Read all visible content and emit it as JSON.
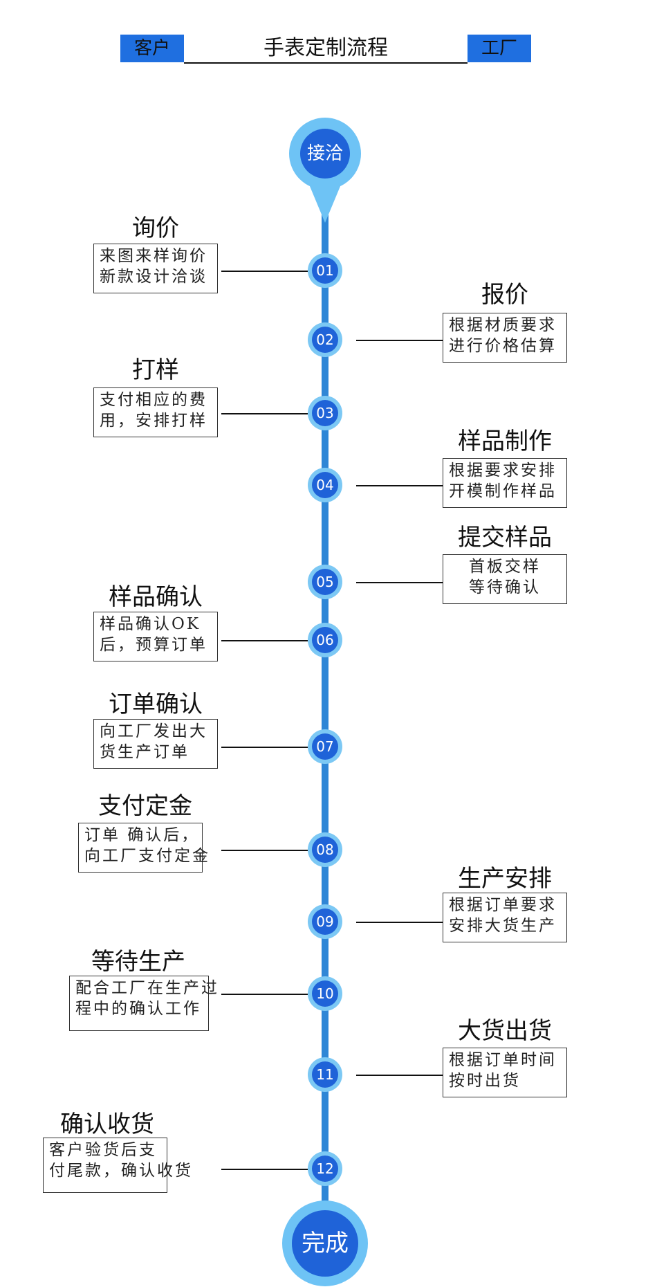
{
  "header": {
    "left_tag": "客户",
    "title": "手表定制流程",
    "right_tag": "工厂"
  },
  "start_label": "接洽",
  "end_label": "完成",
  "colors": {
    "accent": "#1f63d8",
    "ring": "#6ec3f5",
    "spine": "#2f86d6",
    "tag": "#1f6fe0"
  },
  "steps": [
    {
      "num": "01",
      "side": "left",
      "title": "询价",
      "lines": [
        "来图来样询价",
        "新款设计洽谈"
      ]
    },
    {
      "num": "02",
      "side": "right",
      "title": "报价",
      "lines": [
        "根据材质要求",
        "进行价格估算"
      ]
    },
    {
      "num": "03",
      "side": "left",
      "title": "打样",
      "lines": [
        "支付相应的费",
        "用，安排打样"
      ]
    },
    {
      "num": "04",
      "side": "right",
      "title": "样品制作",
      "lines": [
        "根据要求安排",
        "开模制作样品"
      ]
    },
    {
      "num": "05",
      "side": "right",
      "title": "提交样品",
      "lines": [
        "首板交样",
        "等待确认"
      ]
    },
    {
      "num": "06",
      "side": "left",
      "title": "样品确认",
      "lines": [
        "样品确认OK",
        "后，预算订单"
      ]
    },
    {
      "num": "07",
      "side": "left",
      "title": "订单确认",
      "lines": [
        "向工厂发出大",
        "货生产订单"
      ]
    },
    {
      "num": "08",
      "side": "left",
      "title": "支付定金",
      "lines": [
        "订单 确认后，",
        "向工厂支付定金"
      ]
    },
    {
      "num": "09",
      "side": "right",
      "title": "生产安排",
      "lines": [
        "根据订单要求",
        "安排大货生产"
      ]
    },
    {
      "num": "10",
      "side": "left",
      "title": "等待生产",
      "lines": [
        "配合工厂在生产过",
        "程中的确认工作"
      ]
    },
    {
      "num": "11",
      "side": "right",
      "title": "大货出货",
      "lines": [
        "根据订单时间",
        "按时出货"
      ]
    },
    {
      "num": "12",
      "side": "left",
      "title": "确认收货",
      "lines": [
        "客户验货后支",
        "付尾款，确认收货"
      ]
    }
  ]
}
